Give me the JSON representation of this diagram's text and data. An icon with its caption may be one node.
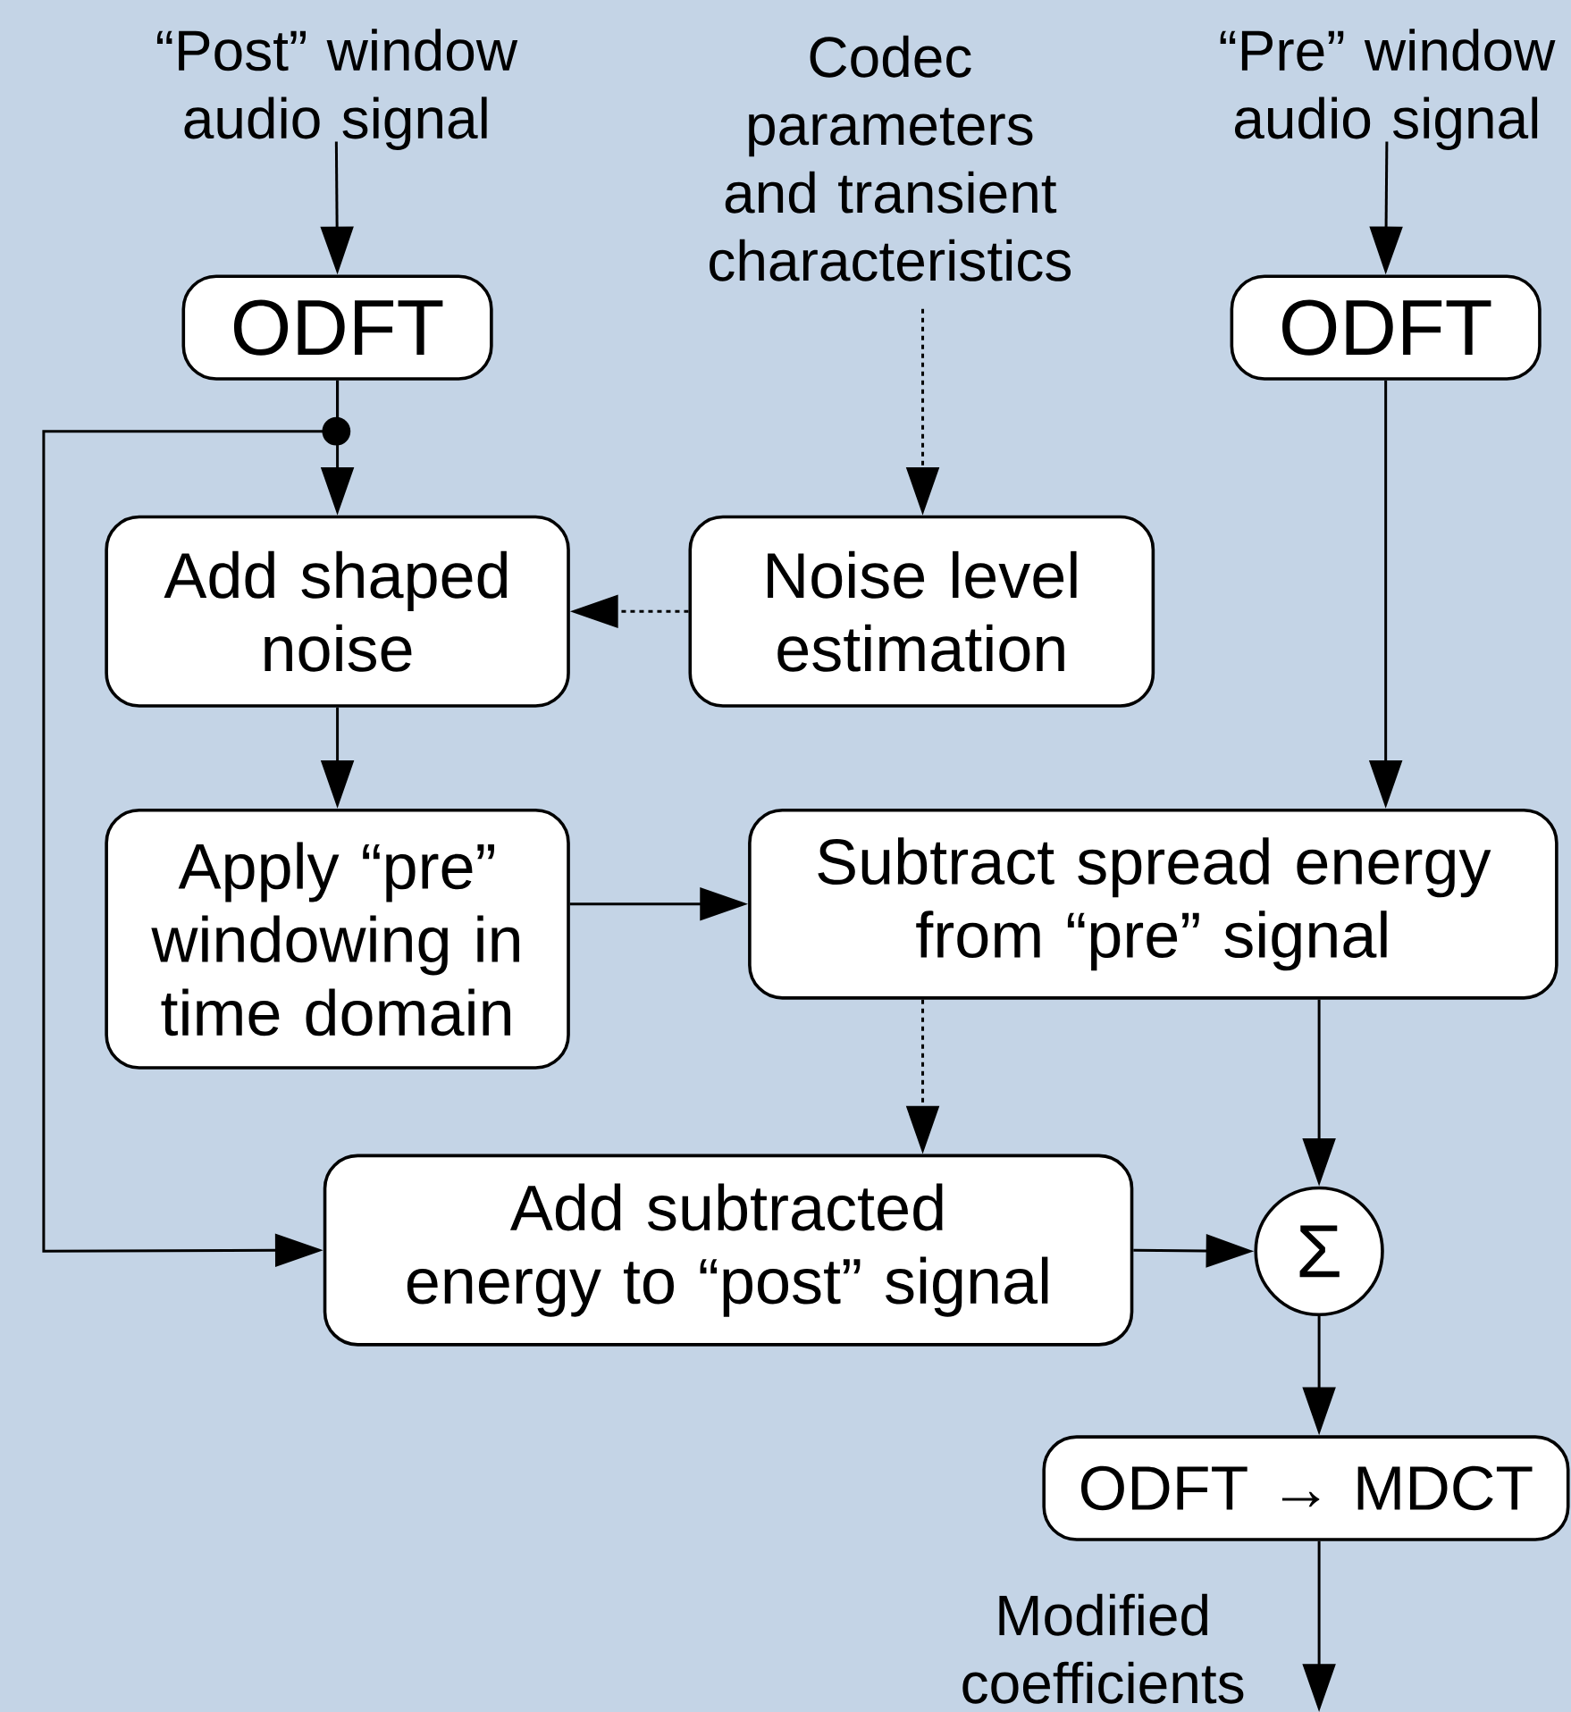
{
  "diagram": {
    "nodes": [
      {
        "text": [
          "“Post” window audio signal"
        ]
      },
      {
        "text": [
          "Codec parameters and transient characteristics"
        ]
      },
      {
        "text": [
          "“Pre” window audio signal"
        ]
      },
      {
        "text": [
          "ODFT"
        ]
      },
      {
        "text": [
          "ODFT"
        ]
      },
      {
        "text": [
          "Add shaped noise"
        ]
      },
      {
        "text": [
          "Noise level estimation"
        ]
      },
      {
        "text": [
          "Apply “pre” windowing in time domain"
        ]
      },
      {
        "text": [
          "Subtract spread energy from “pre” signal"
        ]
      },
      {
        "text": [
          "Add subtracted energy to “post” signal"
        ]
      },
      {
        "text": [
          "Σ"
        ]
      },
      {
        "text": [
          "ODFT → MDCT"
        ]
      }
    ],
    "edges": [
      {
        "from": 0,
        "to": 3,
        "arrow": "to"
      },
      {
        "from": 2,
        "to": 4,
        "arrow": "to"
      },
      {
        "from": 1,
        "to": 6,
        "arrow": "to",
        "style": "dashed"
      },
      {
        "from": 3,
        "to": 5,
        "arrow": "to"
      },
      {
        "from": 3,
        "to": 9,
        "arrow": "to"
      },
      {
        "from": 6,
        "to": 5,
        "arrow": "to",
        "style": "dashed"
      },
      {
        "from": 5,
        "to": 7,
        "arrow": "to"
      },
      {
        "from": 7,
        "to": 8,
        "arrow": "to"
      },
      {
        "from": 4,
        "to": 8,
        "arrow": "to"
      },
      {
        "from": 8,
        "to": 9,
        "arrow": "to",
        "style": "dashed"
      },
      {
        "from": 8,
        "to": 10,
        "arrow": "to"
      },
      {
        "from": 9,
        "to": 10,
        "arrow": "to"
      },
      {
        "from": 10,
        "to": 11,
        "arrow": "to"
      },
      {
        "from": 11,
        "to": null,
        "arrow": "to",
        "label": "Modified coefficients"
      }
    ]
  }
}
